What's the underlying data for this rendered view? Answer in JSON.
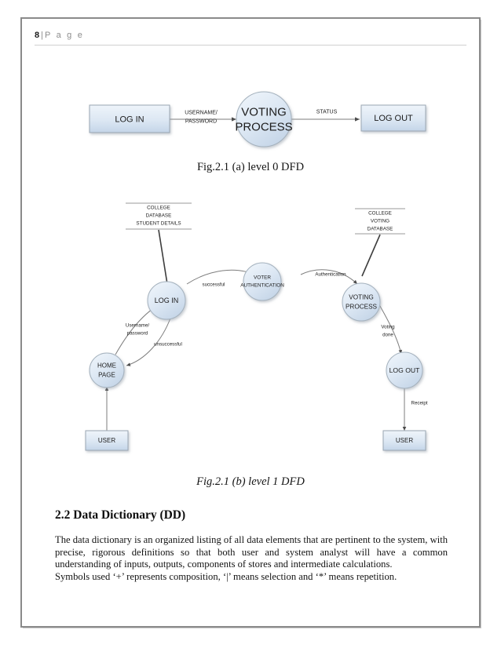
{
  "header": {
    "page_number": "8",
    "separator": "|",
    "page_word": "P a g e"
  },
  "figures": [
    {
      "id": "level0",
      "caption": "Fig.2.1 (a) level 0 DFD",
      "nodes": [
        {
          "name": "log-in-box",
          "label": "LOG IN",
          "type": "rect"
        },
        {
          "name": "voting-process",
          "label_line1": "VOTING",
          "label_line2": "PROCESS",
          "type": "circle"
        },
        {
          "name": "log-out-box",
          "label": "LOG OUT",
          "type": "rect"
        }
      ],
      "flows": [
        {
          "name": "flow-username-password",
          "line1": "USERNAME/",
          "line2": "PASSWORD"
        },
        {
          "name": "flow-status",
          "line1": "STATUS",
          "line2": ""
        }
      ]
    },
    {
      "id": "level1",
      "caption": "Fig.2.1 (b) level 1 DFD",
      "stores": [
        {
          "name": "store-college-database",
          "line1": "COLLEGE",
          "line2": "DATABASE",
          "line3": "STUDENT DETAILS"
        },
        {
          "name": "store-college-voting-database",
          "line1": "COLLEGE",
          "line2": "VOTING",
          "line3": "DATABASE"
        }
      ],
      "nodes": [
        {
          "name": "home-page-node",
          "line1": "HOME",
          "line2": "PAGE"
        },
        {
          "name": "log-in-node",
          "line1": "LOG IN",
          "line2": ""
        },
        {
          "name": "voter-authentication-node",
          "line1": "VOTER",
          "line2": "AUTHENTICATION"
        },
        {
          "name": "voting-process-node",
          "line1": "VOTING",
          "line2": "PROCESS"
        },
        {
          "name": "log-out-node",
          "line1": "LOG OUT",
          "line2": ""
        },
        {
          "name": "user-entity-left",
          "line1": "USER",
          "line2": ""
        },
        {
          "name": "user-entity-right",
          "line1": "USER",
          "line2": ""
        }
      ],
      "flows": [
        {
          "name": "flow-username-password-1",
          "line1": "Username/",
          "line2": "password"
        },
        {
          "name": "flow-unsuccessful",
          "line1": "unsuccessful",
          "line2": ""
        },
        {
          "name": "flow-successful",
          "line1": "successful",
          "line2": ""
        },
        {
          "name": "flow-authentication",
          "line1": "Authentication",
          "line2": ""
        },
        {
          "name": "flow-voting-done",
          "line1": "Voting",
          "line2": "done"
        },
        {
          "name": "flow-receipt",
          "line1": "Receipt",
          "line2": ""
        }
      ]
    }
  ],
  "section": {
    "heading": "2.2 Data Dictionary (DD)",
    "paragraph_1": "The data dictionary is an organized listing of all data elements that are pertinent to the system, with precise, rigorous definitions so that both user and system analyst will have a common understanding of inputs, outputs, components of stores and intermediate calculations.",
    "paragraph_2": "Symbols used ‘+’ represents composition,   ‘|’ means selection and ‘*’ means repetition."
  },
  "colors": {
    "shape_fill_light": "#e8f0f8",
    "shape_fill_dark": "#c3d4e6",
    "shape_stroke": "#9aa6b2",
    "connector": "#7d7d7d",
    "page_border": "#8a8a8a"
  }
}
